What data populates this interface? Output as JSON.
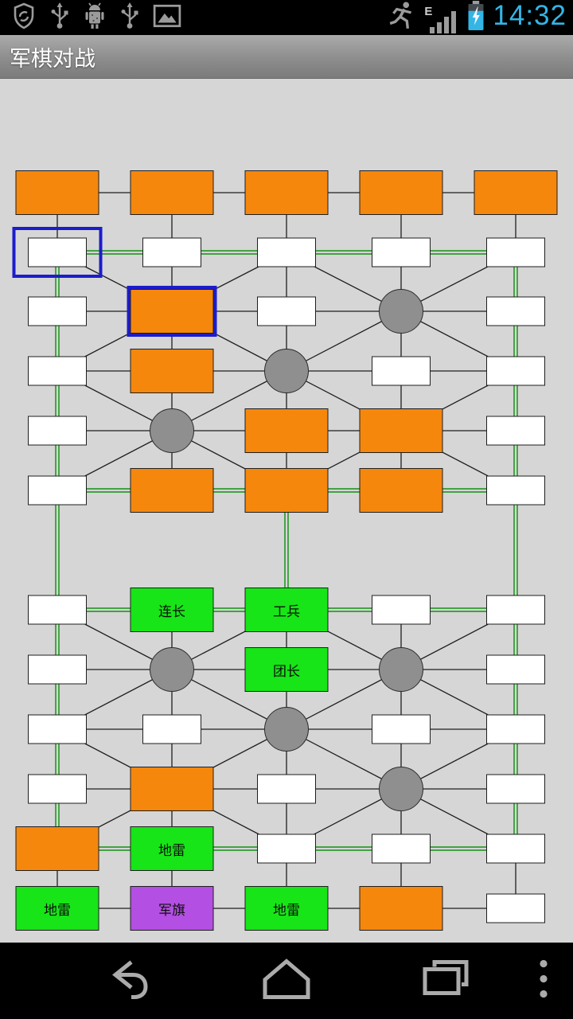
{
  "status_bar": {
    "time": "14:32",
    "network_label": "E",
    "left_icons": [
      "shield-sync-icon",
      "usb-icon",
      "adb-debug-icon",
      "usb-icon",
      "gallery-icon"
    ],
    "right_icons": [
      "activity-runner-icon",
      "signal-strength-icon",
      "battery-charging-icon"
    ]
  },
  "title_bar": {
    "title": "军棋对战"
  },
  "nav_bar": {
    "icons": [
      "back-icon",
      "home-icon",
      "recents-icon",
      "menu-icon"
    ]
  },
  "colors": {
    "enemy": "#F6870D",
    "player": "#17E517",
    "flag": "#B44FE3",
    "camp": "#8F8F8F",
    "slot": "#FFFFFF",
    "highlight": "#1C1CCC",
    "rail": "#2E9B2E",
    "road": "#1F1F1F",
    "board_bg": "#D6D6D6",
    "time_blue": "#33B5E5",
    "icon_gray": "#9B9B9B",
    "nav_icon": "#ABABAB"
  },
  "board": {
    "col_centers": [
      72,
      216,
      360,
      504,
      648
    ],
    "row_centers": [
      242,
      317,
      391,
      466,
      541,
      616,
      766,
      841,
      916,
      991,
      1066,
      1141
    ],
    "cells": [
      [
        1,
        1,
        "e"
      ],
      [
        1,
        2,
        "e"
      ],
      [
        1,
        3,
        "e"
      ],
      [
        1,
        4,
        "e"
      ],
      [
        1,
        5,
        "e"
      ],
      [
        2,
        1,
        "s"
      ],
      [
        2,
        2,
        "s"
      ],
      [
        2,
        3,
        "s"
      ],
      [
        2,
        4,
        "s"
      ],
      [
        2,
        5,
        "s"
      ],
      [
        3,
        1,
        "s"
      ],
      [
        3,
        2,
        "e"
      ],
      [
        3,
        3,
        "s"
      ],
      [
        3,
        4,
        "c"
      ],
      [
        3,
        5,
        "s"
      ],
      [
        4,
        1,
        "s"
      ],
      [
        4,
        2,
        "e"
      ],
      [
        4,
        3,
        "c"
      ],
      [
        4,
        4,
        "s"
      ],
      [
        4,
        5,
        "s"
      ],
      [
        5,
        1,
        "s"
      ],
      [
        5,
        2,
        "c"
      ],
      [
        5,
        3,
        "e"
      ],
      [
        5,
        4,
        "e"
      ],
      [
        5,
        5,
        "s"
      ],
      [
        6,
        1,
        "s"
      ],
      [
        6,
        2,
        "e"
      ],
      [
        6,
        3,
        "e"
      ],
      [
        6,
        4,
        "e"
      ],
      [
        6,
        5,
        "s"
      ],
      [
        7,
        1,
        "s"
      ],
      [
        7,
        2,
        "p",
        "连长"
      ],
      [
        7,
        3,
        "p",
        "工兵"
      ],
      [
        7,
        4,
        "s"
      ],
      [
        7,
        5,
        "s"
      ],
      [
        8,
        1,
        "s"
      ],
      [
        8,
        2,
        "c"
      ],
      [
        8,
        3,
        "p",
        "团长"
      ],
      [
        8,
        4,
        "c"
      ],
      [
        8,
        5,
        "s"
      ],
      [
        9,
        1,
        "s"
      ],
      [
        9,
        2,
        "s"
      ],
      [
        9,
        3,
        "c"
      ],
      [
        9,
        4,
        "s"
      ],
      [
        9,
        5,
        "s"
      ],
      [
        10,
        1,
        "s"
      ],
      [
        10,
        2,
        "e"
      ],
      [
        10,
        3,
        "s"
      ],
      [
        10,
        4,
        "c"
      ],
      [
        10,
        5,
        "s"
      ],
      [
        11,
        1,
        "e"
      ],
      [
        11,
        2,
        "p",
        "地雷"
      ],
      [
        11,
        3,
        "s"
      ],
      [
        11,
        4,
        "s"
      ],
      [
        11,
        5,
        "s"
      ],
      [
        12,
        1,
        "p",
        "地雷"
      ],
      [
        12,
        2,
        "f",
        "军旗"
      ],
      [
        12,
        3,
        "p",
        "地雷"
      ],
      [
        12,
        4,
        "e"
      ],
      [
        12,
        5,
        "s"
      ]
    ],
    "highlights": [
      {
        "r": 2,
        "c": 1
      },
      {
        "r": 3,
        "c": 2
      }
    ],
    "rails": [
      {
        "o": "h",
        "row": 2,
        "from": 1,
        "to": 5
      },
      {
        "o": "h",
        "row": 6,
        "from": 1,
        "to": 5
      },
      {
        "o": "h",
        "row": 7,
        "from": 1,
        "to": 5
      },
      {
        "o": "h",
        "row": 11,
        "from": 1,
        "to": 5
      },
      {
        "o": "v",
        "col": 1,
        "from": 2,
        "to": 11
      },
      {
        "o": "v",
        "col": 5,
        "from": 2,
        "to": 11
      },
      {
        "o": "v",
        "col": 3,
        "from": 6,
        "to": 7
      }
    ],
    "roads": [
      {
        "o": "h",
        "row": 1,
        "from": 1,
        "to": 5
      },
      {
        "o": "h",
        "row": 3,
        "from": 1,
        "to": 5
      },
      {
        "o": "h",
        "row": 4,
        "from": 1,
        "to": 5
      },
      {
        "o": "h",
        "row": 5,
        "from": 1,
        "to": 5
      },
      {
        "o": "h",
        "row": 8,
        "from": 1,
        "to": 5
      },
      {
        "o": "h",
        "row": 9,
        "from": 1,
        "to": 5
      },
      {
        "o": "h",
        "row": 10,
        "from": 1,
        "to": 5
      },
      {
        "o": "h",
        "row": 12,
        "from": 1,
        "to": 5
      },
      {
        "o": "v",
        "col": 1,
        "from": 1,
        "to": 2
      },
      {
        "o": "v",
        "col": 2,
        "from": 1,
        "to": 6
      },
      {
        "o": "v",
        "col": 3,
        "from": 1,
        "to": 6
      },
      {
        "o": "v",
        "col": 4,
        "from": 1,
        "to": 6
      },
      {
        "o": "v",
        "col": 5,
        "from": 1,
        "to": 2
      },
      {
        "o": "v",
        "col": 2,
        "from": 7,
        "to": 12
      },
      {
        "o": "v",
        "col": 3,
        "from": 7,
        "to": 12
      },
      {
        "o": "v",
        "col": 4,
        "from": 7,
        "to": 12
      },
      {
        "o": "v",
        "col": 1,
        "from": 11,
        "to": 12
      },
      {
        "o": "v",
        "col": 5,
        "from": 11,
        "to": 12
      }
    ],
    "diagonals": [
      [
        [
          2,
          1
        ],
        [
          3,
          2
        ]
      ],
      [
        [
          2,
          3
        ],
        [
          3,
          2
        ]
      ],
      [
        [
          3,
          2
        ],
        [
          4,
          1
        ]
      ],
      [
        [
          3,
          2
        ],
        [
          4,
          3
        ]
      ],
      [
        [
          2,
          3
        ],
        [
          3,
          4
        ]
      ],
      [
        [
          2,
          5
        ],
        [
          3,
          4
        ]
      ],
      [
        [
          3,
          4
        ],
        [
          4,
          3
        ]
      ],
      [
        [
          3,
          4
        ],
        [
          4,
          5
        ]
      ],
      [
        [
          4,
          3
        ],
        [
          5,
          2
        ]
      ],
      [
        [
          4,
          3
        ],
        [
          5,
          4
        ]
      ],
      [
        [
          4,
          1
        ],
        [
          5,
          2
        ]
      ],
      [
        [
          5,
          2
        ],
        [
          6,
          1
        ]
      ],
      [
        [
          5,
          2
        ],
        [
          6,
          3
        ]
      ],
      [
        [
          4,
          5
        ],
        [
          5,
          4
        ]
      ],
      [
        [
          5,
          4
        ],
        [
          6,
          3
        ]
      ],
      [
        [
          5,
          4
        ],
        [
          6,
          5
        ]
      ],
      [
        [
          7,
          1
        ],
        [
          8,
          2
        ]
      ],
      [
        [
          7,
          3
        ],
        [
          8,
          2
        ]
      ],
      [
        [
          8,
          2
        ],
        [
          9,
          1
        ]
      ],
      [
        [
          8,
          2
        ],
        [
          9,
          3
        ]
      ],
      [
        [
          7,
          3
        ],
        [
          8,
          4
        ]
      ],
      [
        [
          7,
          5
        ],
        [
          8,
          4
        ]
      ],
      [
        [
          8,
          4
        ],
        [
          9,
          3
        ]
      ],
      [
        [
          8,
          4
        ],
        [
          9,
          5
        ]
      ],
      [
        [
          9,
          3
        ],
        [
          10,
          2
        ]
      ],
      [
        [
          9,
          3
        ],
        [
          10,
          4
        ]
      ],
      [
        [
          9,
          1
        ],
        [
          10,
          2
        ]
      ],
      [
        [
          10,
          2
        ],
        [
          11,
          1
        ]
      ],
      [
        [
          10,
          2
        ],
        [
          11,
          3
        ]
      ],
      [
        [
          9,
          5
        ],
        [
          10,
          4
        ]
      ],
      [
        [
          10,
          4
        ],
        [
          11,
          3
        ]
      ],
      [
        [
          10,
          4
        ],
        [
          11,
          5
        ]
      ]
    ]
  }
}
